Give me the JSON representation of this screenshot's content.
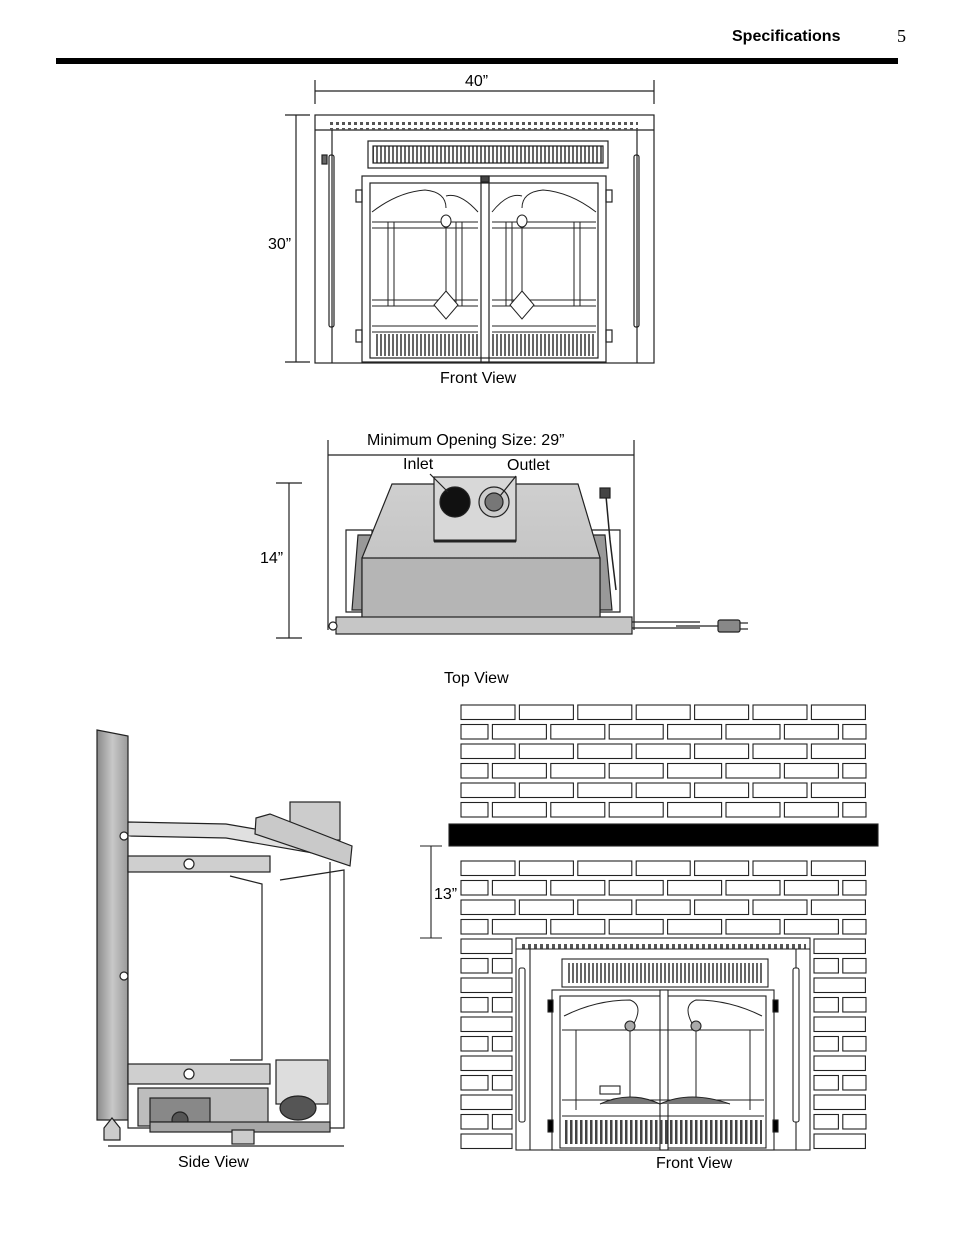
{
  "header": {
    "section_title": "Specifications",
    "page_number": "5"
  },
  "front_view_top": {
    "width_dim": "40”",
    "height_dim": "30”",
    "caption": "Front View"
  },
  "top_view": {
    "opening_label": "Minimum Opening Size: 29”",
    "inlet_label": "Inlet",
    "outlet_label": "Outlet",
    "depth_dim": "14”",
    "caption": "Top View"
  },
  "side_view": {
    "caption": "Side View"
  },
  "front_view_installed": {
    "clearance_dim": "13”",
    "caption": "Front View"
  }
}
